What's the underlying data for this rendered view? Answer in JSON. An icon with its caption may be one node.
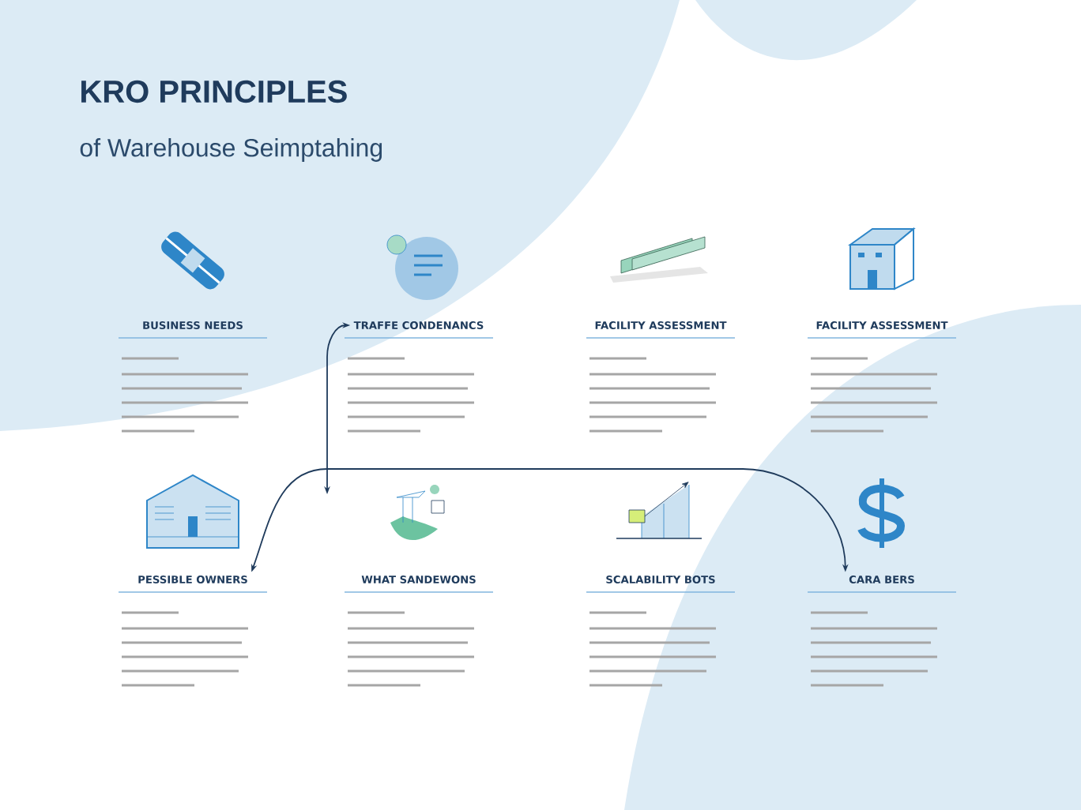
{
  "diagram": {
    "title": "KRO PRINCIPLES",
    "caption": "of Warehouse Seimptahing",
    "nodes": [
      {
        "text": [
          "BUSINESS NEEDS"
        ]
      },
      {
        "text": [
          "TRAFFE CONDENANCS"
        ]
      },
      {
        "text": [
          "FACILITY ASSESSMENT"
        ]
      },
      {
        "text": [
          "FACILITY ASSESSMENT"
        ]
      },
      {
        "text": [
          "PESSIBLE OWNERS"
        ]
      },
      {
        "text": [
          "WHAT SANDEWONS"
        ]
      },
      {
        "text": [
          "SCALABILITY BOTS"
        ]
      },
      {
        "text": [
          "CARA BERS"
        ]
      }
    ],
    "edges": [
      {
        "from": null,
        "to": 1,
        "arrow": "both"
      },
      {
        "from": 4,
        "to": 7,
        "arrow": "both"
      }
    ]
  }
}
